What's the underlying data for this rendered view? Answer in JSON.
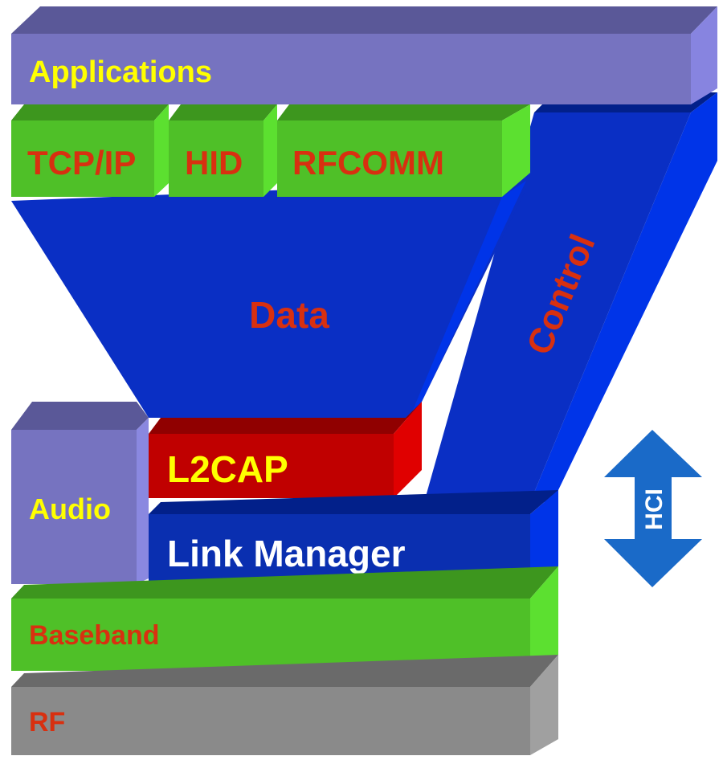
{
  "layers": {
    "applications": "Applications",
    "tcpip": "TCP/IP",
    "hid": "HID",
    "rfcomm": "RFCOMM",
    "data": "Data",
    "control": "Control",
    "audio": "Audio",
    "l2cap": "L2CAP",
    "link_manager": "Link Manager",
    "baseband": "Baseband",
    "rf": "RF",
    "hci": "HCI"
  },
  "colors": {
    "purple": "#7673c0",
    "green": "#4fc028",
    "blue": "#0a2fb8",
    "red": "#c00000",
    "gray": "#8a8a8a",
    "hci_arrow": "#1a6ac8",
    "label_yellow": "#ffff00",
    "label_red": "#d83010",
    "label_white": "#ffffff"
  }
}
